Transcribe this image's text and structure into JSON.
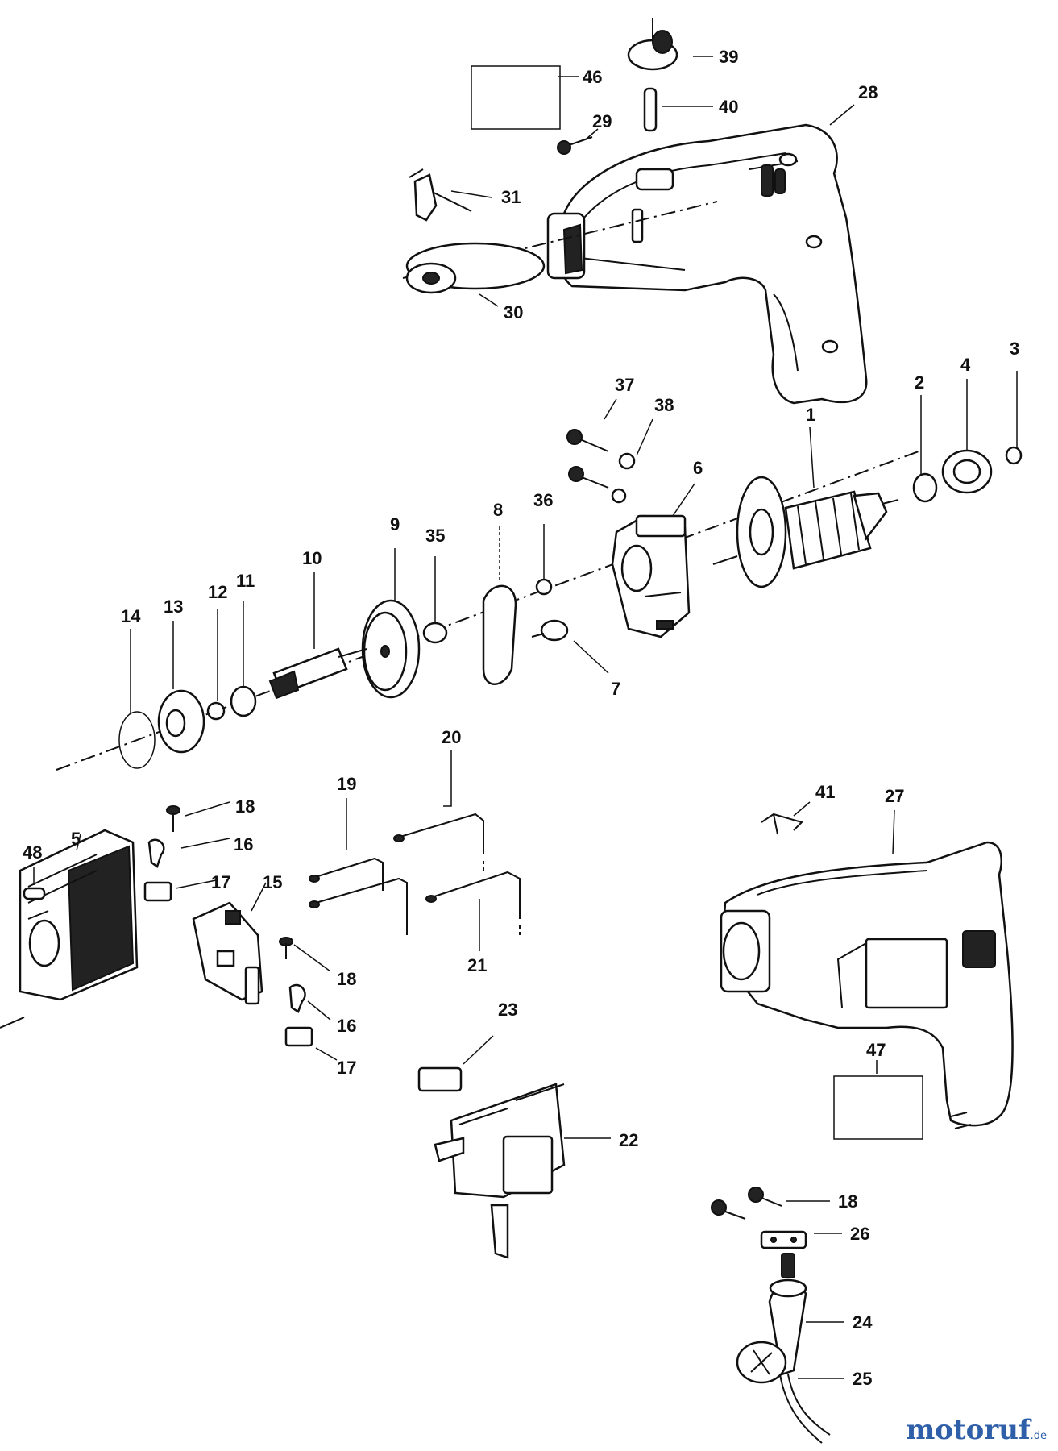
{
  "watermark": {
    "brand": "motoruf",
    "tld": ".de",
    "color": "#2f5fa8",
    "accent": "#d6a21c"
  },
  "labels": {
    "p46": "46",
    "p39": "39",
    "p40": "40",
    "p28": "28",
    "p29": "29",
    "p31": "31",
    "p30": "30",
    "p37": "37",
    "p38": "38",
    "p1": "1",
    "p2": "2",
    "p4": "4",
    "p3": "3",
    "p6": "6",
    "p8": "8",
    "p36": "36",
    "p9": "9",
    "p35": "35",
    "p10": "10",
    "p12": "12",
    "p11": "11",
    "p13": "13",
    "p14": "14",
    "p7": "7",
    "p20": "20",
    "p19": "19",
    "p18a": "18",
    "p16a": "16",
    "p17a": "17",
    "p15": "15",
    "p48": "48",
    "p5": "5",
    "p18b": "18",
    "p16b": "16",
    "p17b": "17",
    "p21": "21",
    "p41": "41",
    "p27": "27",
    "p23": "23",
    "p22": "22",
    "p47": "47",
    "p18c": "18",
    "p26": "26",
    "p24": "24",
    "p25": "25"
  }
}
